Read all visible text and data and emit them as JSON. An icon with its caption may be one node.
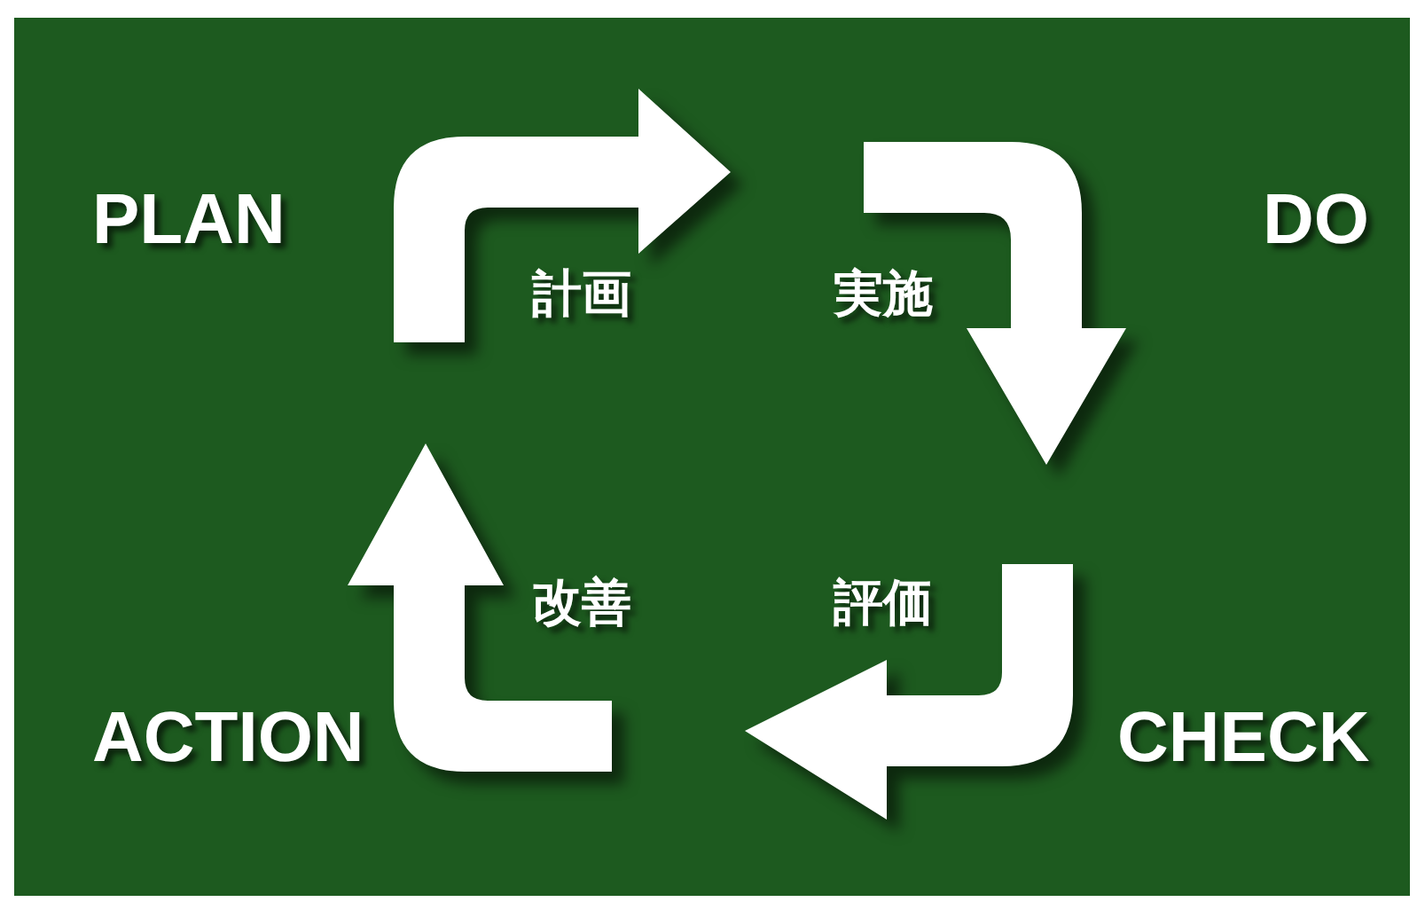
{
  "diagram": {
    "labels": [
      "PLAN",
      "DO",
      "計画",
      "実施",
      "改善",
      "評価",
      "ACTION",
      "CHECK"
    ]
  }
}
